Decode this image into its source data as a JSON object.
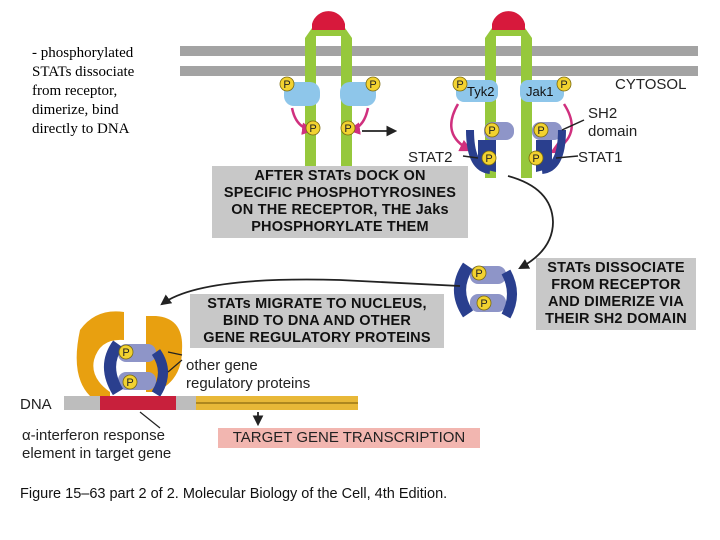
{
  "note": {
    "lines": [
      "- phosphorylated",
      "STATs dissociate",
      "from receptor,",
      "dimerize, bind",
      "directly to DNA"
    ]
  },
  "labels": {
    "cytosol": "CYTOSOL",
    "tyk2": "Tyk2",
    "jak1": "Jak1",
    "sh2_line1": "SH2",
    "sh2_line2": "domain",
    "stat2": "STAT2",
    "stat1": "STAT1",
    "phospho": "P",
    "dna": "DNA",
    "other_gene_line1": "other gene",
    "other_gene_line2": "regulatory proteins",
    "alpha_line1": "α-interferon response",
    "alpha_line2": "element in target gene"
  },
  "boxes": {
    "dock": [
      "AFTER STATs DOCK ON",
      "SPECIFIC PHOSPHOTYROSINES",
      "ON THE RECEPTOR, THE Jaks",
      "PHOSPHORYLATE THEM"
    ],
    "dissociate": [
      "STATs DISSOCIATE",
      "FROM RECEPTOR",
      "AND DIMERIZE VIA",
      "THEIR SH2 DOMAIN"
    ],
    "migrate": [
      "STATs MIGRATE TO NUCLEUS,",
      "BIND TO DNA AND OTHER",
      "GENE REGULATORY PROTEINS"
    ],
    "target": "TARGET GENE TRANSCRIPTION"
  },
  "caption": "Figure 15–63 part 2 of 2. Molecular Biology of the Cell, 4th Edition.",
  "colors": {
    "membrane": "#a3a3a3",
    "receptor": "#96c83c",
    "ligand": "#d7193c",
    "jak": "#8ec6ea",
    "stat_dark": "#2a3f8e",
    "stat_light": "#8e95c8",
    "phospho": "#f2d230",
    "arrow_pink": "#d0307e",
    "dna_yellow": "#e8b838",
    "dna_red": "#c8203c",
    "regulatory_orange": "#e8a010"
  }
}
